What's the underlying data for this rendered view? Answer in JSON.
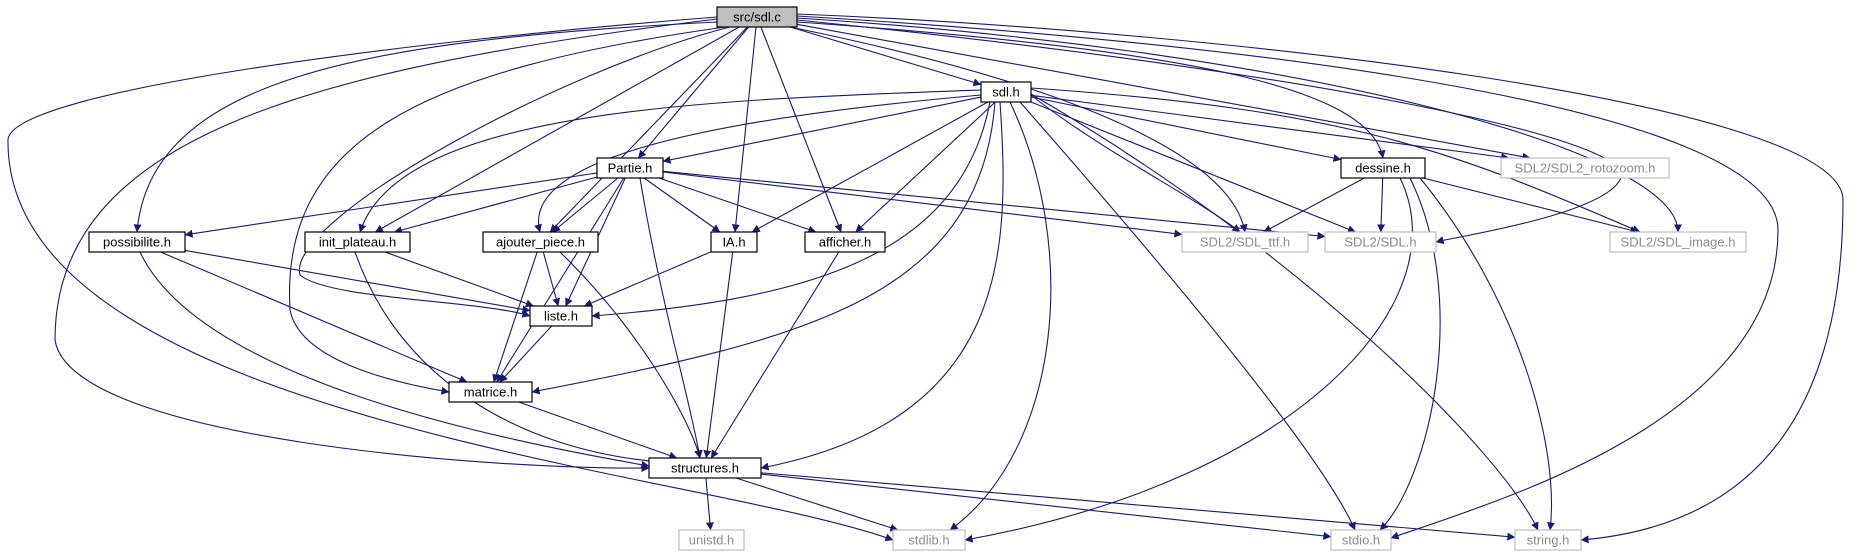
{
  "graph": {
    "colors": {
      "edge": "#191970",
      "node_border": "#000000",
      "system_border": "#bfbfbf",
      "system_text": "#8c8c8c",
      "root_fill": "#bfbfbf",
      "node_fill": "#ffffff",
      "text": "#000000"
    },
    "nodes": [
      {
        "id": "root",
        "label": "src/sdl.c",
        "kind": "root"
      },
      {
        "id": "sdlh",
        "label": "sdl.h",
        "kind": "local"
      },
      {
        "id": "partie",
        "label": "Partie.h",
        "kind": "local"
      },
      {
        "id": "dessine",
        "label": "dessine.h",
        "kind": "local"
      },
      {
        "id": "rotozoom",
        "label": "SDL2/SDL2_rotozoom.h",
        "kind": "system"
      },
      {
        "id": "possibilite",
        "label": "possibilite.h",
        "kind": "local"
      },
      {
        "id": "initplateau",
        "label": "init_plateau.h",
        "kind": "local"
      },
      {
        "id": "ajouter",
        "label": "ajouter_piece.h",
        "kind": "local"
      },
      {
        "id": "ia",
        "label": "IA.h",
        "kind": "local"
      },
      {
        "id": "afficher",
        "label": "afficher.h",
        "kind": "local"
      },
      {
        "id": "ttf",
        "label": "SDL2/SDL_ttf.h",
        "kind": "system"
      },
      {
        "id": "sdl2sdl",
        "label": "SDL2/SDL.h",
        "kind": "system"
      },
      {
        "id": "image",
        "label": "SDL2/SDL_image.h",
        "kind": "system"
      },
      {
        "id": "liste",
        "label": "liste.h",
        "kind": "local"
      },
      {
        "id": "matrice",
        "label": "matrice.h",
        "kind": "local"
      },
      {
        "id": "structures",
        "label": "structures.h",
        "kind": "local"
      },
      {
        "id": "unistd",
        "label": "unistd.h",
        "kind": "system"
      },
      {
        "id": "stdlib",
        "label": "stdlib.h",
        "kind": "system"
      },
      {
        "id": "stdio",
        "label": "stdio.h",
        "kind": "system"
      },
      {
        "id": "string",
        "label": "string.h",
        "kind": "system"
      }
    ],
    "edges": [
      [
        "root",
        "sdlh"
      ],
      [
        "root",
        "partie"
      ],
      [
        "root",
        "dessine"
      ],
      [
        "root",
        "rotozoom"
      ],
      [
        "root",
        "possibilite"
      ],
      [
        "root",
        "initplateau"
      ],
      [
        "root",
        "ajouter"
      ],
      [
        "root",
        "ia"
      ],
      [
        "root",
        "afficher"
      ],
      [
        "root",
        "ttf"
      ],
      [
        "root",
        "sdl2sdl"
      ],
      [
        "root",
        "image"
      ],
      [
        "root",
        "liste"
      ],
      [
        "root",
        "matrice"
      ],
      [
        "root",
        "structures"
      ],
      [
        "root",
        "stdlib"
      ],
      [
        "root",
        "stdio"
      ],
      [
        "root",
        "string"
      ],
      [
        "sdlh",
        "partie"
      ],
      [
        "sdlh",
        "dessine"
      ],
      [
        "sdlh",
        "rotozoom"
      ],
      [
        "sdlh",
        "initplateau"
      ],
      [
        "sdlh",
        "ajouter"
      ],
      [
        "sdlh",
        "ia"
      ],
      [
        "sdlh",
        "afficher"
      ],
      [
        "sdlh",
        "ttf"
      ],
      [
        "sdlh",
        "sdl2sdl"
      ],
      [
        "sdlh",
        "image"
      ],
      [
        "sdlh",
        "liste"
      ],
      [
        "sdlh",
        "matrice"
      ],
      [
        "sdlh",
        "structures"
      ],
      [
        "sdlh",
        "stdlib"
      ],
      [
        "sdlh",
        "stdio"
      ],
      [
        "sdlh",
        "string"
      ],
      [
        "partie",
        "possibilite"
      ],
      [
        "partie",
        "initplateau"
      ],
      [
        "partie",
        "ajouter"
      ],
      [
        "partie",
        "ia"
      ],
      [
        "partie",
        "afficher"
      ],
      [
        "partie",
        "ttf"
      ],
      [
        "partie",
        "sdl2sdl"
      ],
      [
        "partie",
        "liste"
      ],
      [
        "partie",
        "matrice"
      ],
      [
        "partie",
        "structures"
      ],
      [
        "dessine",
        "ttf"
      ],
      [
        "dessine",
        "sdl2sdl"
      ],
      [
        "dessine",
        "image"
      ],
      [
        "dessine",
        "stdlib"
      ],
      [
        "dessine",
        "stdio"
      ],
      [
        "dessine",
        "string"
      ],
      [
        "possibilite",
        "liste"
      ],
      [
        "possibilite",
        "matrice"
      ],
      [
        "possibilite",
        "structures"
      ],
      [
        "initplateau",
        "liste"
      ],
      [
        "initplateau",
        "structures"
      ],
      [
        "ajouter",
        "liste"
      ],
      [
        "ajouter",
        "matrice"
      ],
      [
        "ajouter",
        "structures"
      ],
      [
        "ia",
        "liste"
      ],
      [
        "ia",
        "structures"
      ],
      [
        "afficher",
        "structures"
      ],
      [
        "liste",
        "matrice"
      ],
      [
        "matrice",
        "structures"
      ],
      [
        "structures",
        "unistd"
      ],
      [
        "structures",
        "stdlib"
      ],
      [
        "structures",
        "stdio"
      ],
      [
        "structures",
        "string"
      ]
    ]
  }
}
